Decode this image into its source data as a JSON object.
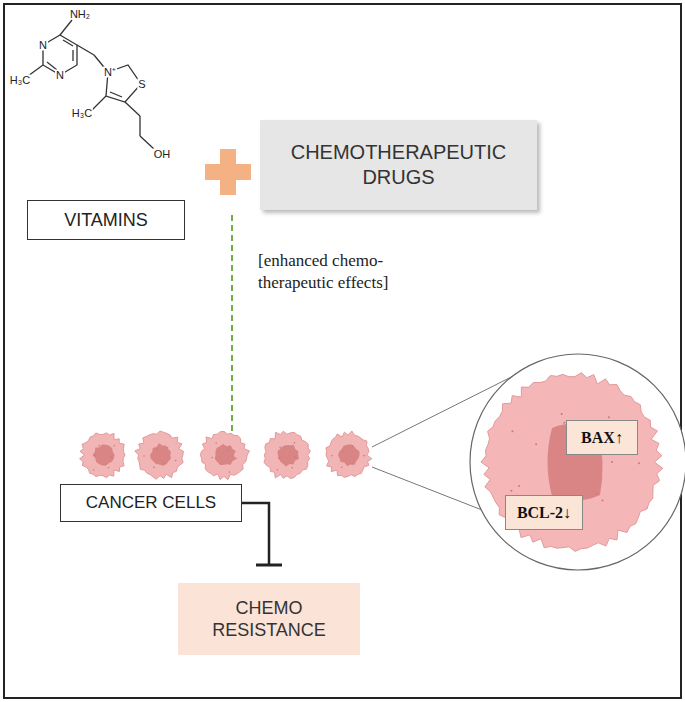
{
  "diagram": {
    "nodes": [
      {
        "text": [
          "VITAMINS"
        ]
      },
      {
        "text": [
          "CHEMOTHERAPEUTIC DRUGS"
        ]
      },
      {
        "text": [
          "CANCER CELLS"
        ]
      },
      {
        "text": [
          "BAX↑"
        ]
      },
      {
        "text": [
          "BCL-2↓"
        ]
      },
      {
        "text": [
          "CHEMO RESISTANCE"
        ]
      }
    ],
    "edges": [
      {
        "from": 2,
        "to": 5,
        "arrow": "to"
      }
    ],
    "labels": [
      "NH₂",
      "N",
      "N",
      "H₃C",
      "N⁺",
      "S",
      "H₃C",
      "OH",
      "[enhanced chemo- therapeutic effects]"
    ]
  }
}
